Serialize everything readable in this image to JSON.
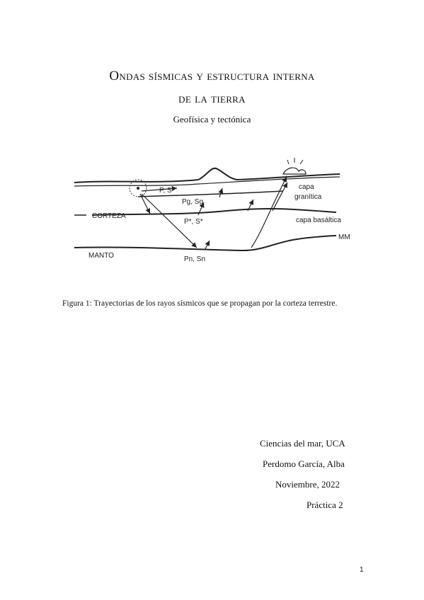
{
  "document": {
    "title_line1": "Ondas sísmicas y estructura interna",
    "title_line2": "de la tierra",
    "subtitle": "Geofísica y tectónica"
  },
  "figure": {
    "labels": {
      "ps": "P, S",
      "pg_sg": "Pg, Sg",
      "p_star_s_star": "P*, S*",
      "pn_sn": "Pn, Sn",
      "capa_granitica_1": "capa",
      "capa_granitica_2": "granítica",
      "corteza": "CORTEZA",
      "capa_basaltica": "capa basáltica",
      "mm": "MM",
      "manto": "MANTO"
    },
    "caption": "Figura 1: Trayectorias de los rayos sísmicos que se propagan por la corteza terrestre."
  },
  "info": {
    "line1": "Ciencias del mar, UCA",
    "line2": "Perdomo García, Alba",
    "line3": "Noviembre, 2022",
    "line4": "Práctica 2"
  },
  "page_number": "1"
}
